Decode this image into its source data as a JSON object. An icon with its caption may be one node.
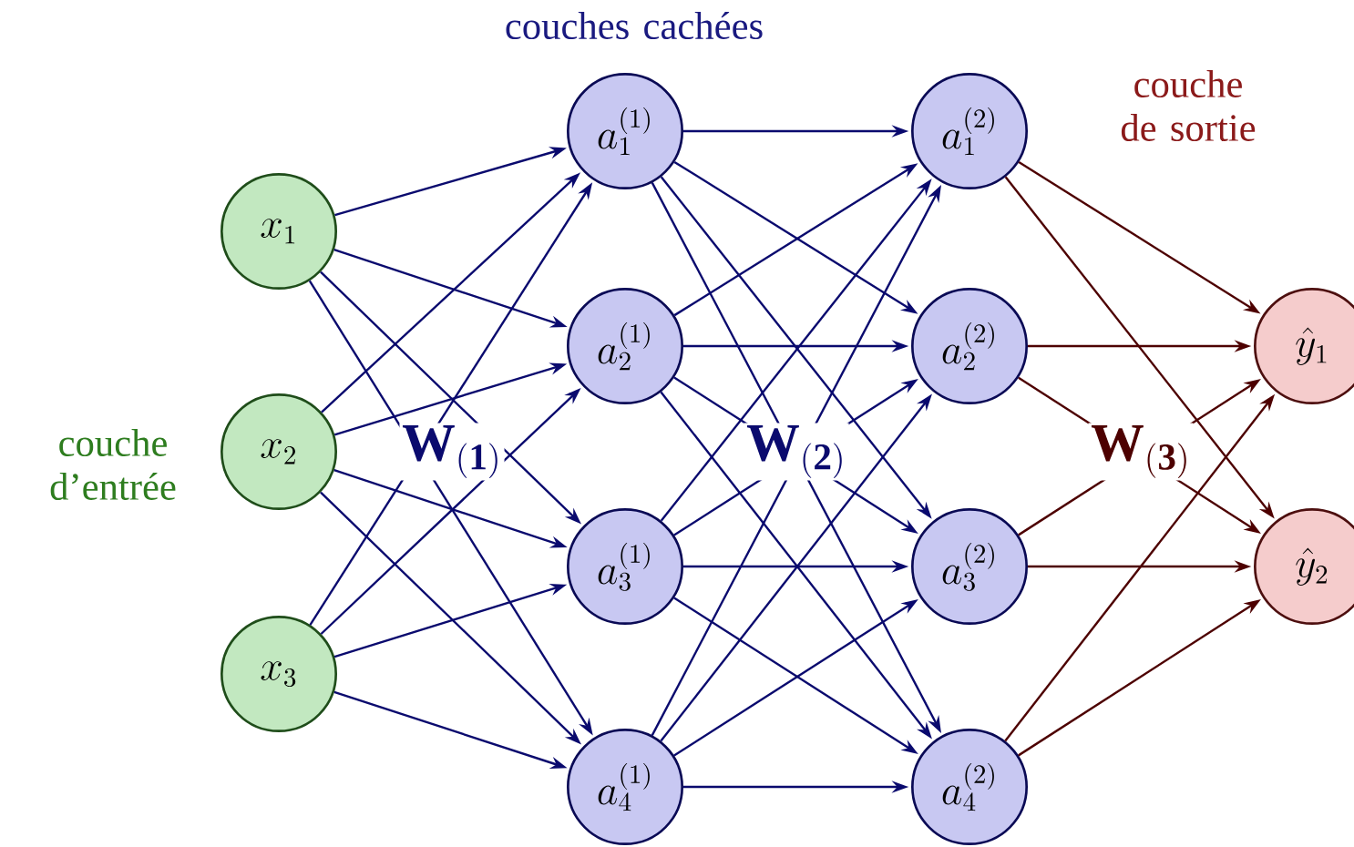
{
  "diagram": {
    "nodes": [
      {
        "text": [
          "x_1"
        ]
      },
      {
        "text": [
          "x_2"
        ]
      },
      {
        "text": [
          "x_3"
        ]
      },
      {
        "text": [
          "a_1^{(1)}"
        ]
      },
      {
        "text": [
          "a_2^{(1)}"
        ]
      },
      {
        "text": [
          "a_3^{(1)}"
        ]
      },
      {
        "text": [
          "a_4^{(1)}"
        ]
      },
      {
        "text": [
          "a_1^{(2)}"
        ]
      },
      {
        "text": [
          "a_2^{(2)}"
        ]
      },
      {
        "text": [
          "a_3^{(2)}"
        ]
      },
      {
        "text": [
          "a_4^{(2)}"
        ]
      },
      {
        "text": [
          "\\hat{y}_1"
        ]
      },
      {
        "text": [
          "\\hat{y}_2"
        ]
      }
    ],
    "edges": [
      {
        "from": 0,
        "to": 3,
        "arrow": "to"
      },
      {
        "from": 0,
        "to": 4,
        "arrow": "to"
      },
      {
        "from": 0,
        "to": 5,
        "arrow": "to"
      },
      {
        "from": 0,
        "to": 6,
        "arrow": "to"
      },
      {
        "from": 1,
        "to": 3,
        "arrow": "to"
      },
      {
        "from": 1,
        "to": 4,
        "arrow": "to"
      },
      {
        "from": 1,
        "to": 5,
        "arrow": "to"
      },
      {
        "from": 1,
        "to": 6,
        "arrow": "to"
      },
      {
        "from": 2,
        "to": 3,
        "arrow": "to"
      },
      {
        "from": 2,
        "to": 4,
        "arrow": "to"
      },
      {
        "from": 2,
        "to": 5,
        "arrow": "to"
      },
      {
        "from": 2,
        "to": 6,
        "arrow": "to"
      },
      {
        "from": 3,
        "to": 7,
        "arrow": "to"
      },
      {
        "from": 3,
        "to": 8,
        "arrow": "to"
      },
      {
        "from": 3,
        "to": 9,
        "arrow": "to"
      },
      {
        "from": 3,
        "to": 10,
        "arrow": "to"
      },
      {
        "from": 4,
        "to": 7,
        "arrow": "to"
      },
      {
        "from": 4,
        "to": 8,
        "arrow": "to"
      },
      {
        "from": 4,
        "to": 9,
        "arrow": "to"
      },
      {
        "from": 4,
        "to": 10,
        "arrow": "to"
      },
      {
        "from": 5,
        "to": 7,
        "arrow": "to"
      },
      {
        "from": 5,
        "to": 8,
        "arrow": "to"
      },
      {
        "from": 5,
        "to": 9,
        "arrow": "to"
      },
      {
        "from": 5,
        "to": 10,
        "arrow": "to"
      },
      {
        "from": 6,
        "to": 7,
        "arrow": "to"
      },
      {
        "from": 6,
        "to": 8,
        "arrow": "to"
      },
      {
        "from": 6,
        "to": 9,
        "arrow": "to"
      },
      {
        "from": 6,
        "to": 10,
        "arrow": "to"
      },
      {
        "from": 7,
        "to": 11,
        "arrow": "to",
        "color": "#4d0000"
      },
      {
        "from": 7,
        "to": 12,
        "arrow": "to",
        "color": "#4d0000"
      },
      {
        "from": 8,
        "to": 11,
        "arrow": "to",
        "color": "#4d0000"
      },
      {
        "from": 8,
        "to": 12,
        "arrow": "to",
        "color": "#4d0000"
      },
      {
        "from": 9,
        "to": 11,
        "arrow": "to",
        "color": "#4d0000"
      },
      {
        "from": 9,
        "to": 12,
        "arrow": "to",
        "color": "#4d0000"
      },
      {
        "from": 10,
        "to": 11,
        "arrow": "to",
        "color": "#4d0000"
      },
      {
        "from": 10,
        "to": 12,
        "arrow": "to",
        "color": "#4d0000"
      }
    ],
    "labels": [
      "couches cachées",
      "couche de sortie",
      "couche d’entrée",
      "\\mathbf{W}_{\\mathbf{(1)}}",
      "\\mathbf{W}_{\\mathbf{(2)}}",
      "\\mathbf{W}_{\\mathbf{(3)}}"
    ]
  }
}
